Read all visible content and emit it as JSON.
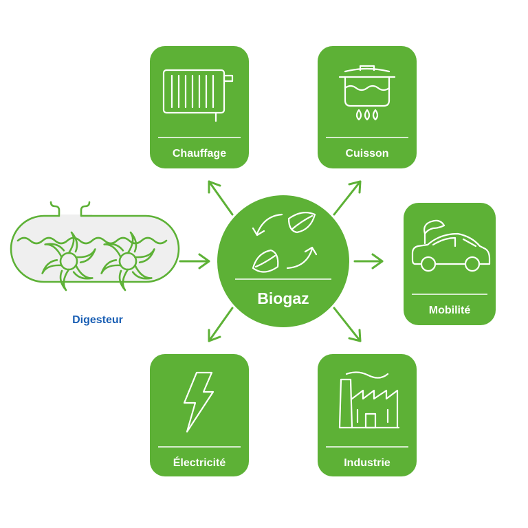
{
  "colors": {
    "green": "#5db136",
    "blue": "#1a5fb4",
    "tank_fill": "#efefef"
  },
  "center": {
    "label": "Biogaz",
    "icon": "recycle-leaves-icon"
  },
  "source": {
    "label": "Digesteur",
    "icon": "digester-tank-icon"
  },
  "uses": [
    {
      "label": "Chauffage",
      "icon": "radiator-icon"
    },
    {
      "label": "Cuisson",
      "icon": "cooking-pot-icon"
    },
    {
      "label": "Mobilité",
      "icon": "car-leaf-icon"
    },
    {
      "label": "Électricité",
      "icon": "lightning-bolt-icon"
    },
    {
      "label": "Industrie",
      "icon": "factory-icon"
    }
  ]
}
